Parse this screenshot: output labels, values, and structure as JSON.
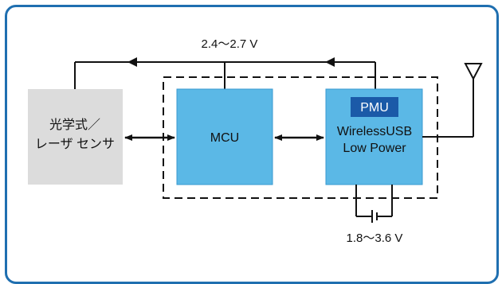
{
  "supply_top_label": "2.4～2.7 V",
  "supply_bottom_label": "1.8～3.6 V",
  "sensor": {
    "line1": "光学式／",
    "line2": "レーザ センサ"
  },
  "mcu": {
    "label": "MCU"
  },
  "radio": {
    "pmu_label": "PMU",
    "line1": "WirelessUSB",
    "line2": "Low Power"
  },
  "colors": {
    "frame": "#1f6fb0",
    "block_blue": "#5bb8e6",
    "block_gray": "#dcdcdc",
    "pmu": "#1b5aa8",
    "line": "#111111"
  },
  "icons": [
    "antenna-icon",
    "battery-icon"
  ]
}
